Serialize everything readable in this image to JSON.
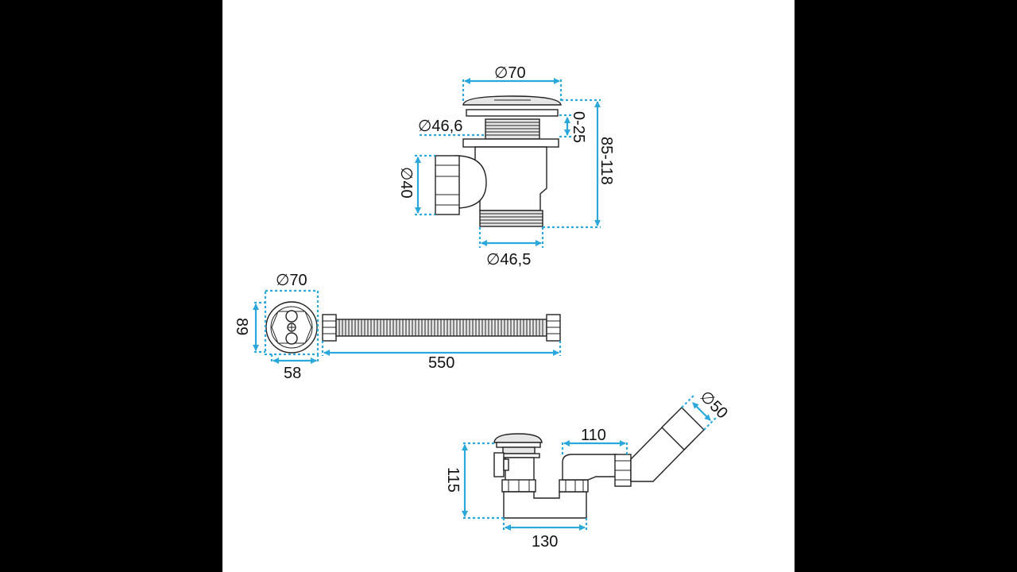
{
  "colors": {
    "background": "#000000",
    "panel": "#ffffff",
    "dimension": "#2aa8dc",
    "outline": "#222222"
  },
  "top_view": {
    "diameter_top": "∅70",
    "diameter_thread": "∅46,6",
    "adjust_range": "0-25",
    "height_range": "85-118",
    "diameter_side": "∅40",
    "diameter_bottom": "∅46,5"
  },
  "middle_view": {
    "diameter": "∅70",
    "height": "89",
    "width": "58",
    "hose_length": "550"
  },
  "bottom_view": {
    "height": "115",
    "outlet_distance": "110",
    "outlet_diameter": "∅50",
    "base_width": "130"
  }
}
